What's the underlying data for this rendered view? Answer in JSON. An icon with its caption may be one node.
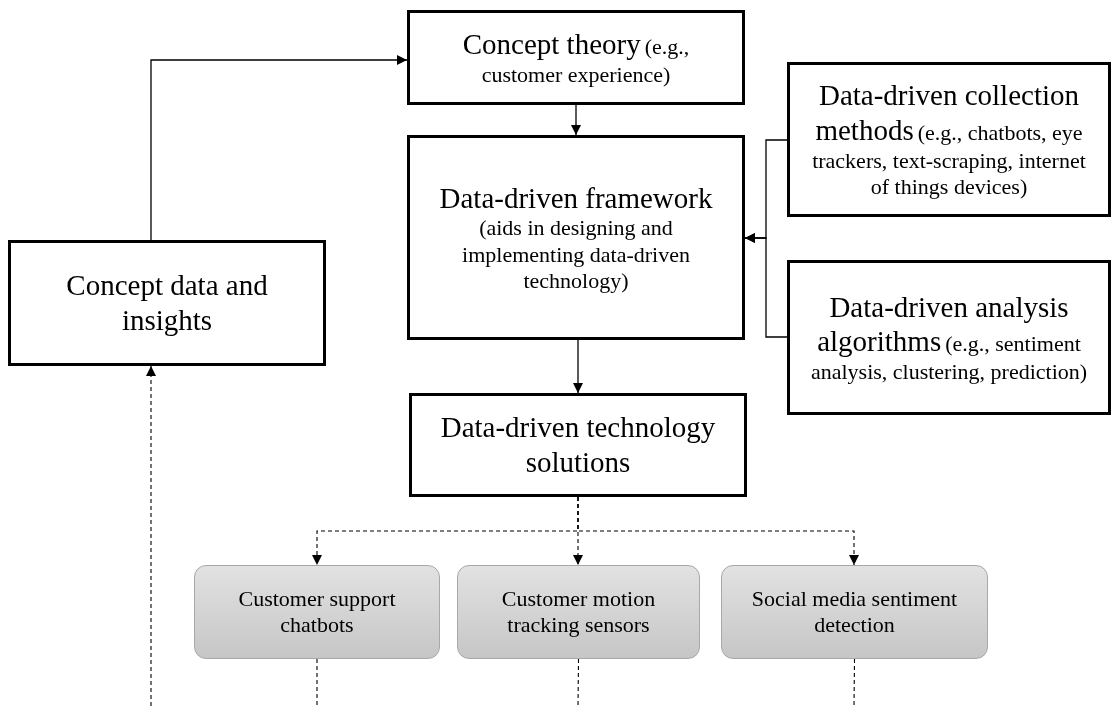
{
  "diagram": {
    "nodes": [
      {
        "text": [
          "Concept theory",
          "(e.g., customer experience)"
        ]
      },
      {
        "text": [
          "Data-driven framework",
          "(aids in designing and implementing data-driven technology)"
        ]
      },
      {
        "text": [
          "Data-driven collection methods",
          "(e.g., chatbots, eye trackers, text-scraping, internet of things devices)"
        ]
      },
      {
        "text": [
          "Data-driven analysis algorithms",
          "(e.g., sentiment analysis, clustering, prediction)"
        ]
      },
      {
        "text": [
          "Concept data and insights"
        ]
      },
      {
        "text": [
          "Data-driven technology solutions"
        ]
      },
      {
        "text": [
          "Customer support chatbots"
        ]
      },
      {
        "text": [
          "Customer motion tracking sensors"
        ]
      },
      {
        "text": [
          "Social media sentiment detection"
        ]
      }
    ],
    "edges": [
      {
        "from": 4,
        "to": 0,
        "arrow": "to"
      },
      {
        "from": 0,
        "to": 1,
        "arrow": "to"
      },
      {
        "from": 2,
        "to": 1,
        "arrow": "to"
      },
      {
        "from": 3,
        "to": 1,
        "arrow": "to"
      },
      {
        "from": 1,
        "to": 5,
        "arrow": "to"
      },
      {
        "from": 5,
        "to": 6,
        "arrow": "to",
        "style": "dashed"
      },
      {
        "from": 5,
        "to": 7,
        "arrow": "to",
        "style": "dashed"
      },
      {
        "from": 5,
        "to": 8,
        "arrow": "to",
        "style": "dashed"
      },
      {
        "from": 6,
        "to": null,
        "arrow": "none",
        "style": "dashed"
      },
      {
        "from": 7,
        "to": null,
        "arrow": "none",
        "style": "dashed"
      },
      {
        "from": 8,
        "to": null,
        "arrow": "none",
        "style": "dashed"
      },
      {
        "from": null,
        "to": 4,
        "arrow": "to",
        "style": "dashed"
      }
    ]
  }
}
